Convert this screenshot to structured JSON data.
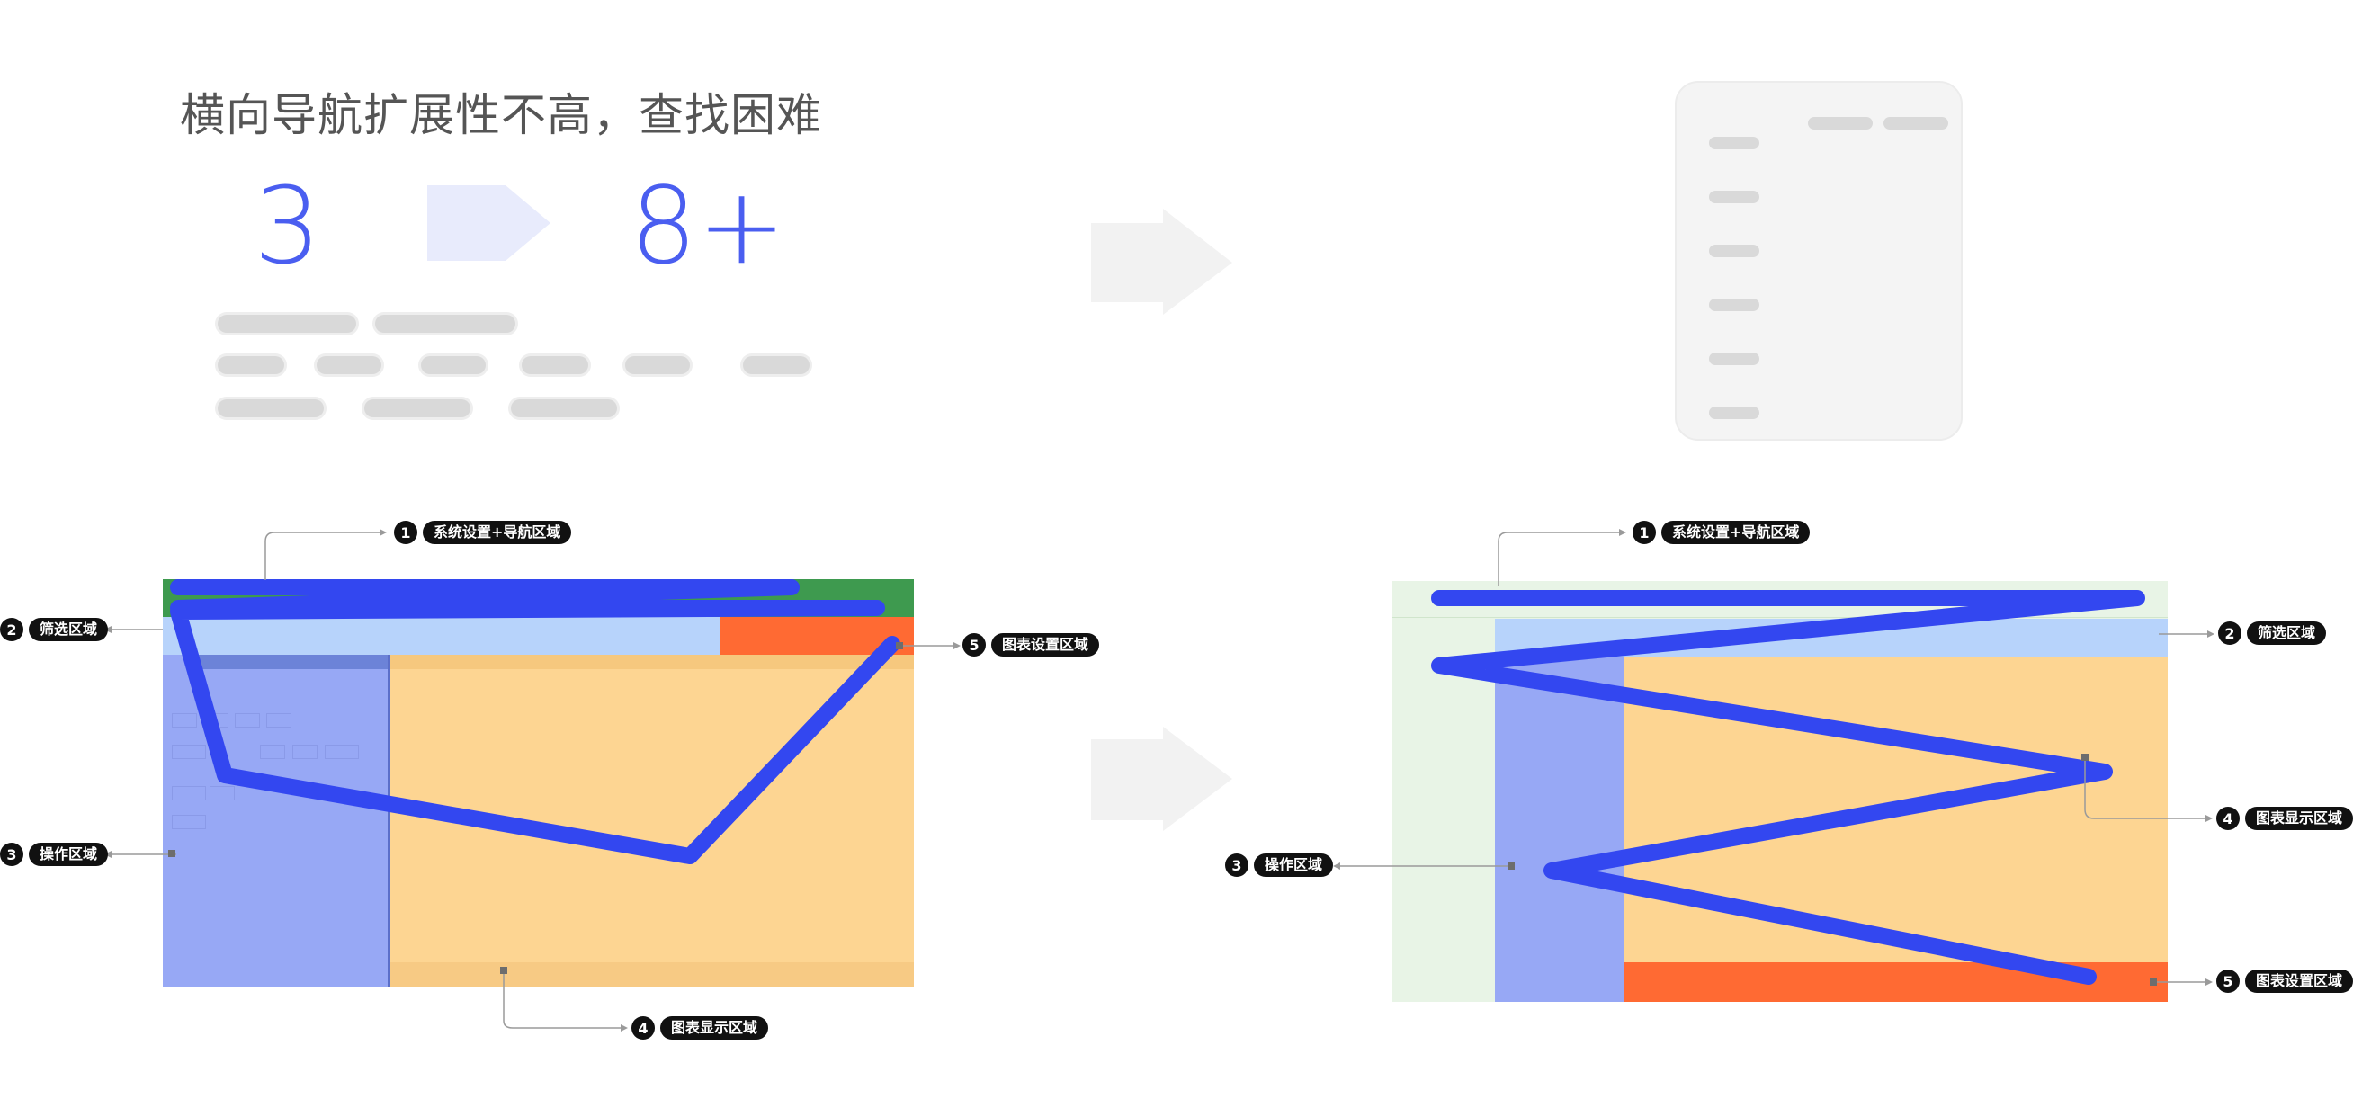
{
  "top": {
    "title": "横向导航扩展性不高，查找困难",
    "from_count": "3",
    "to_count": "8+"
  },
  "callouts": {
    "nav": {
      "num": "1",
      "label": "系统设置+导航区域"
    },
    "filter": {
      "num": "2",
      "label": "筛选区域"
    },
    "ops": {
      "num": "3",
      "label": "操作区域"
    },
    "chart_display": {
      "num": "4",
      "label": "图表显示区域"
    },
    "chart_settings": {
      "num": "5",
      "label": "图表设置区域"
    }
  },
  "colors": {
    "accent_blue": "#3347f0",
    "nav_green": "#3e9a4f",
    "filter_lightblue": "#b7d3fb",
    "ops_purple": "#97a8f5",
    "display_orange": "#fdd592",
    "settings_red": "#ff6a33",
    "sidebar_green": "#e8f4e6"
  }
}
